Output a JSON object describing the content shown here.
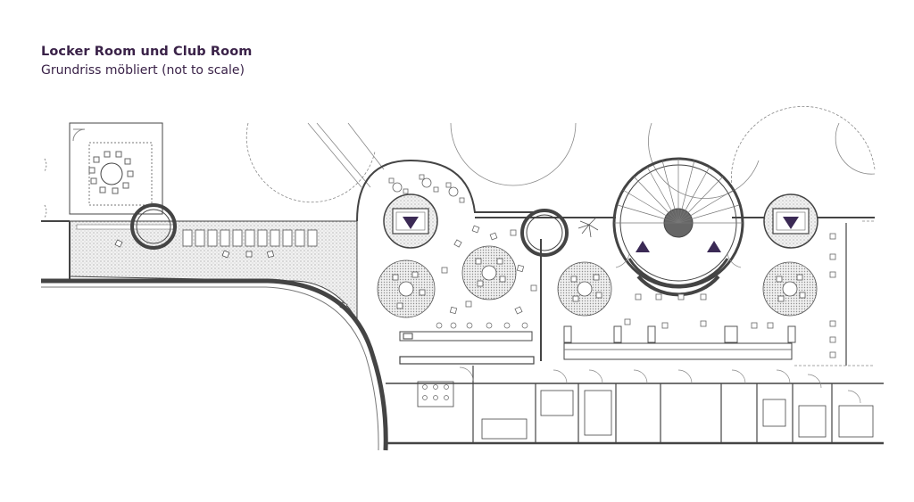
{
  "header": {
    "title": "Locker Room und Club Room",
    "subtitle": "Grundriss möbliert (not to scale)"
  },
  "colors": {
    "text": "#3a2248",
    "line": "#3a3a3a",
    "wall": "#555555",
    "accent": "#3b2a55",
    "floor_hatch": "#e6e6e6"
  },
  "legend_icons": [
    "elevator-down-arrow",
    "stair-up-arrow"
  ]
}
